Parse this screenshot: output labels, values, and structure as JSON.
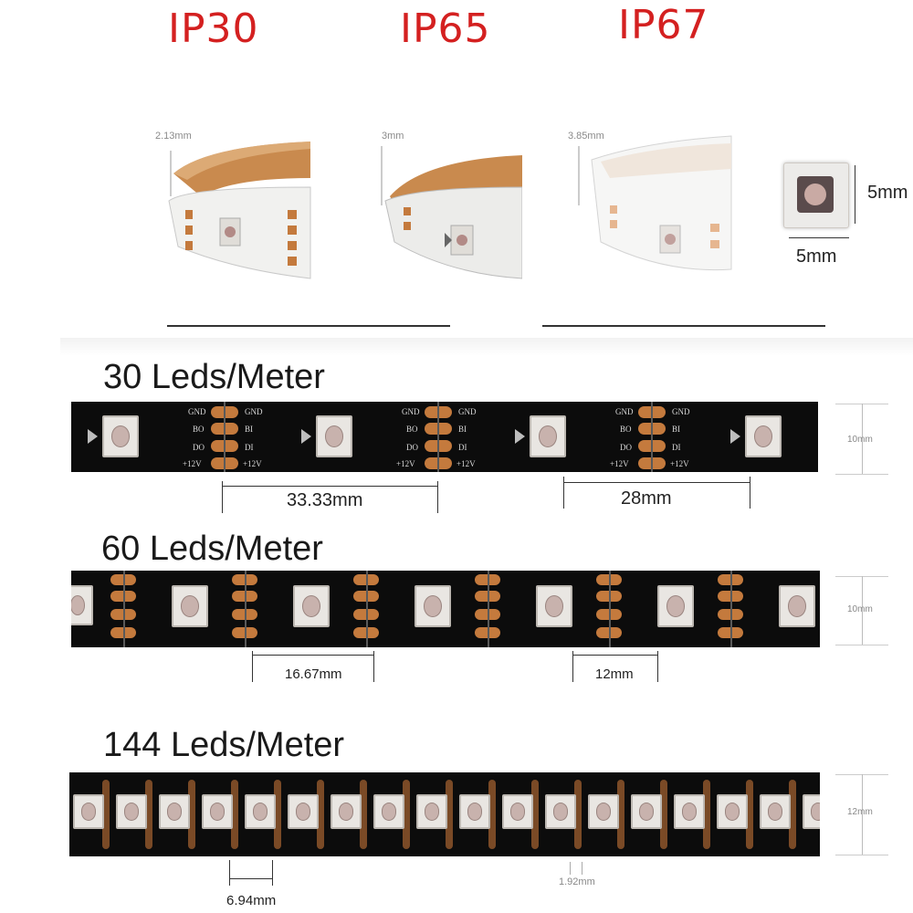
{
  "ip_ratings": [
    "IP30",
    "IP65",
    "IP67"
  ],
  "thickness": [
    "2.13mm",
    "3mm",
    "3.85mm"
  ],
  "led_chip": {
    "side": "5mm",
    "bottom": "5mm"
  },
  "pad_labels": {
    "gnd": "GND",
    "bo": "BO",
    "bi": "BI",
    "do": "DO",
    "di": "DI",
    "v": "+12V"
  },
  "sections": [
    {
      "heading": "30  Leds/Meter",
      "pitch": "33.33mm",
      "segment": "28mm",
      "width": "10mm"
    },
    {
      "heading": "60  Leds/Meter",
      "pitch": "16.67mm",
      "segment": "12mm",
      "width": "10mm"
    },
    {
      "heading": "144  Leds/Meter",
      "pitch": "6.94mm",
      "gap": "1.92mm",
      "width": "12mm"
    }
  ],
  "colors": {
    "ip_text": "#d42020",
    "pcb_black": "#0c0c0c",
    "copper": "#c47a3d",
    "pcb_white": "#f4f4f2"
  }
}
